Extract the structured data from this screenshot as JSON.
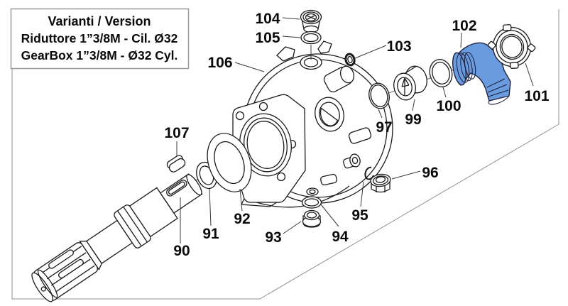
{
  "diagram": {
    "title_hint": "exploded gearbox parts diagram",
    "variant_box": {
      "title": "Varianti / Version",
      "line1": "Riduttore 1”3/8M - Cil. Ø32",
      "line2": "GearBox 1”3/8M - Ø32 Cyl."
    },
    "labels": {
      "p90": "90",
      "p91": "91",
      "p92": "92",
      "p93": "93",
      "p94": "94",
      "p95": "95",
      "p96": "96",
      "p97": "97",
      "p99": "99",
      "p100": "100",
      "p101": "101",
      "p102": "102",
      "p103": "103",
      "p104": "104",
      "p105": "105",
      "p106": "106",
      "p107": "107"
    },
    "colors": {
      "highlight_blue": "#6b9bdf",
      "outline": "#1a1a1a",
      "boundary_gray": "#8f8f8f",
      "background": "#ffffff"
    }
  }
}
